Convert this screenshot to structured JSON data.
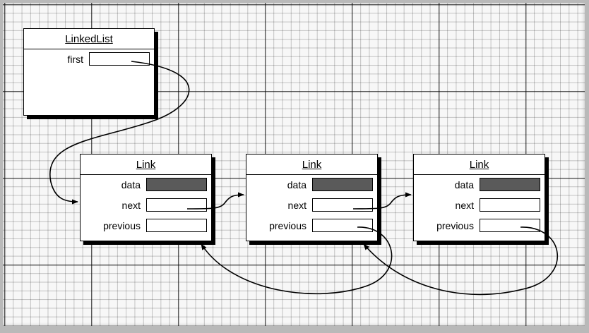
{
  "linked_list": {
    "title": "LinkedList",
    "fields": [
      {
        "label": "first",
        "filled": false
      }
    ]
  },
  "links": [
    {
      "title": "Link",
      "fields": [
        {
          "label": "data",
          "filled": true
        },
        {
          "label": "next",
          "filled": false
        },
        {
          "label": "previous",
          "filled": false
        }
      ]
    },
    {
      "title": "Link",
      "fields": [
        {
          "label": "data",
          "filled": true
        },
        {
          "label": "next",
          "filled": false
        },
        {
          "label": "previous",
          "filled": false
        }
      ]
    },
    {
      "title": "Link",
      "fields": [
        {
          "label": "data",
          "filled": true
        },
        {
          "label": "next",
          "filled": false
        },
        {
          "label": "previous",
          "filled": false
        }
      ]
    }
  ],
  "colors": {
    "data_fill": "#5a5a5a",
    "grid_background": "#f7f7f7",
    "outline": "#000000"
  }
}
